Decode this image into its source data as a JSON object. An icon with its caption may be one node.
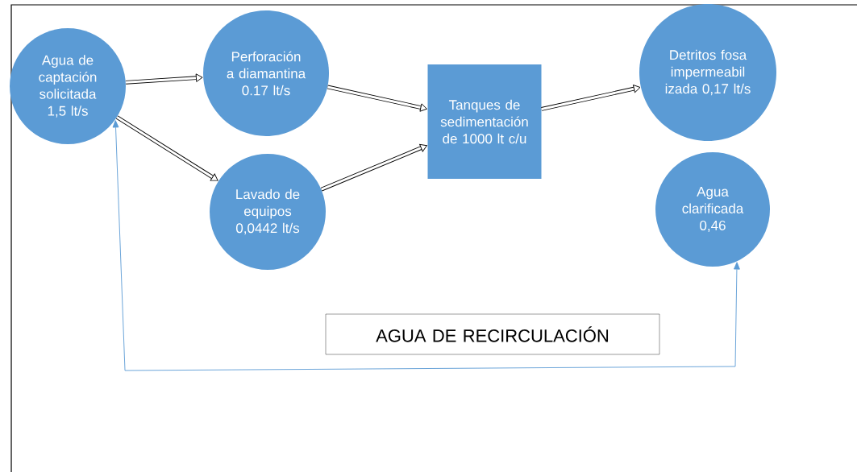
{
  "diagram": {
    "nodes": [
      {
        "text": [
          "Agua de captación solicitada 1,5 lt/s"
        ]
      },
      {
        "text": [
          "Perforación a diamantina 0.17 lt/s"
        ]
      },
      {
        "text": [
          "Lavado de equipos 0,0442 lt/s"
        ]
      },
      {
        "text": [
          "Tanques de sedimentación de 1000 lt c/u"
        ]
      },
      {
        "text": [
          "Detritos fosa impermeabil izada 0,17 lt/s"
        ]
      },
      {
        "text": [
          "Agua clarificada 0,46"
        ]
      },
      {
        "text": [
          "AGUA DE RECIRCULACIÓN"
        ]
      }
    ],
    "edges": [
      {
        "from": 0,
        "to": 1,
        "arrow": "to"
      },
      {
        "from": 0,
        "to": 2,
        "arrow": "to"
      },
      {
        "from": 1,
        "to": 3,
        "arrow": "to"
      },
      {
        "from": 2,
        "to": 3,
        "arrow": "to"
      },
      {
        "from": 3,
        "to": 4,
        "arrow": "to"
      },
      {
        "from": 5,
        "to": 0,
        "arrow": "both",
        "color": "#5b9bd5"
      }
    ]
  }
}
